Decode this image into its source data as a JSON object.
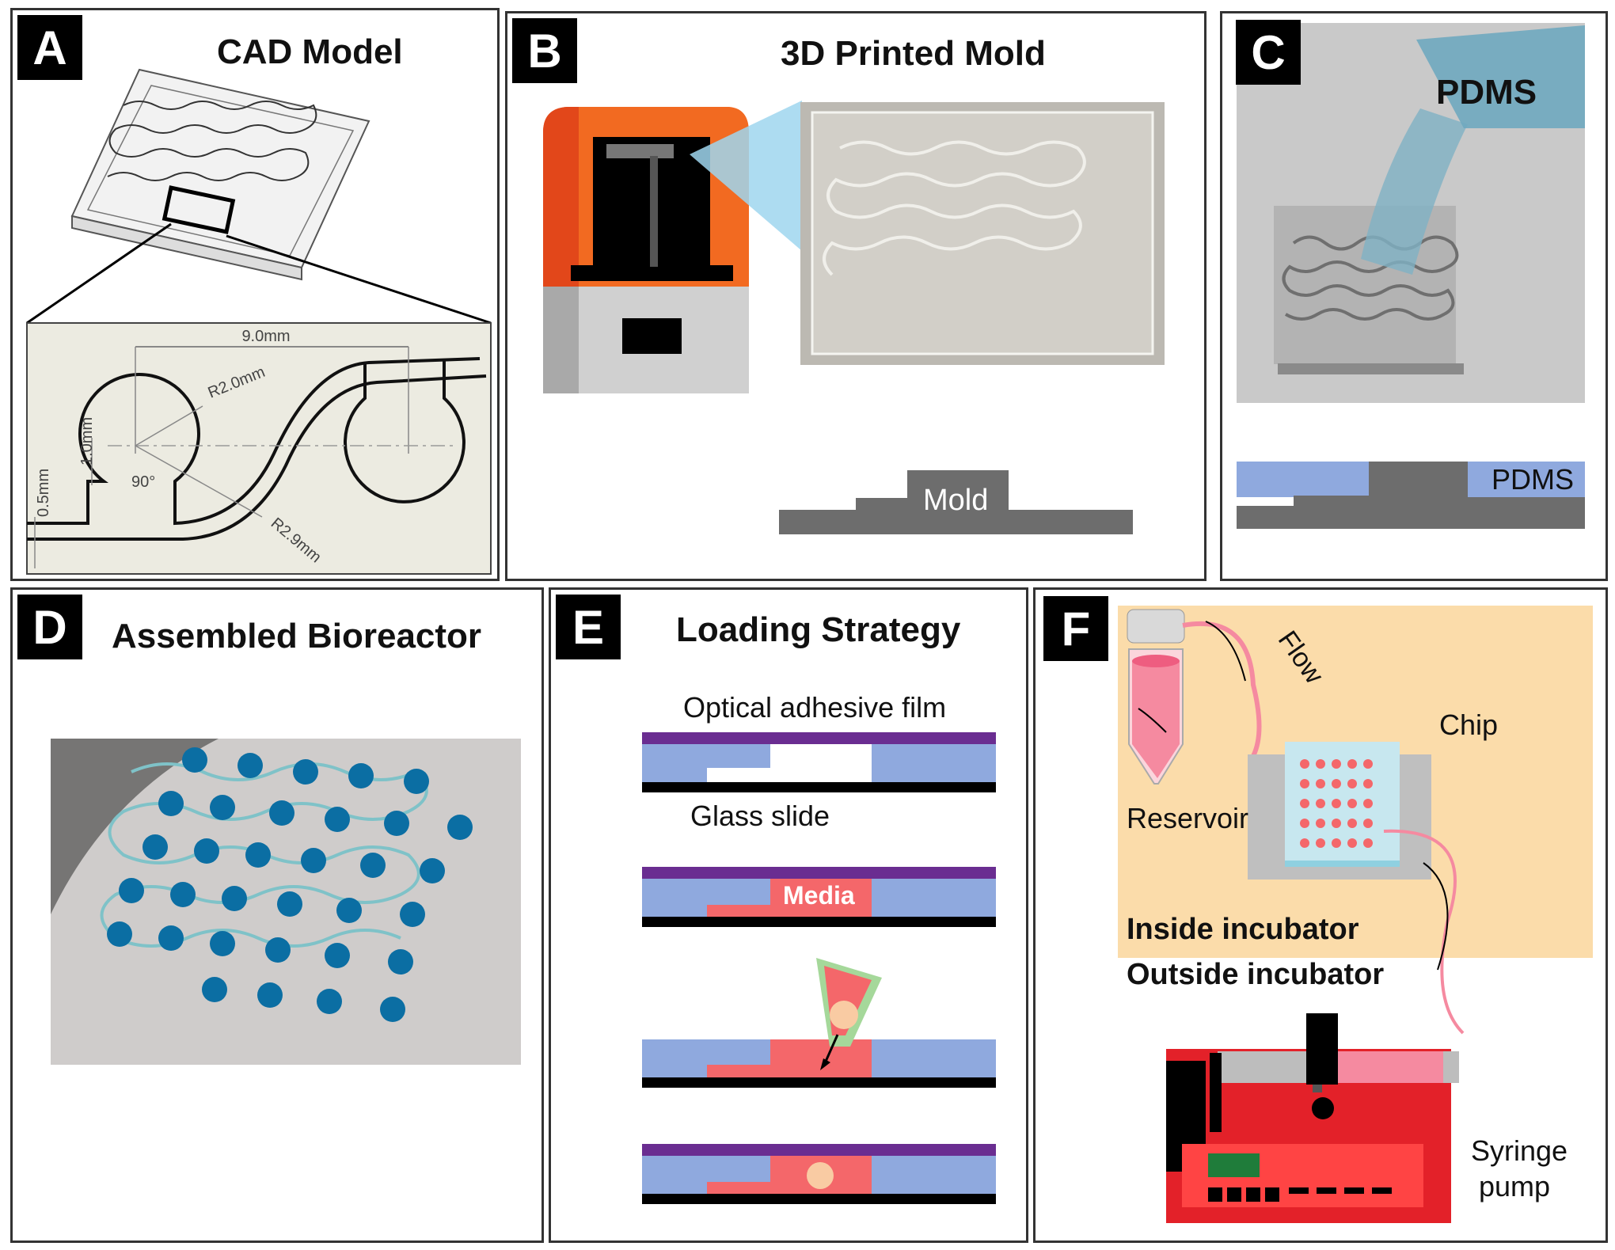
{
  "panels": {
    "A": {
      "letter": "A",
      "title": "CAD Model",
      "dims": {
        "width": "9.0mm",
        "r_small": "R2.0mm",
        "r_large": "R2.9mm",
        "h1": "1.0mm",
        "h2": "0.5mm",
        "angle": "90°"
      }
    },
    "B": {
      "letter": "B",
      "title": "3D Printed Mold",
      "mold_label": "Mold"
    },
    "C": {
      "letter": "C",
      "title": "",
      "pdms_cup": "PDMS",
      "pdms_layer": "PDMS"
    },
    "D": {
      "letter": "D",
      "title": "Assembled Bioreactor"
    },
    "E": {
      "letter": "E",
      "title": "Loading Strategy",
      "film_label": "Optical adhesive film",
      "glass_label": "Glass slide",
      "media_label": "Media"
    },
    "F": {
      "letter": "F",
      "flow": "Flow",
      "chip": "Chip",
      "reservoir": "Reservoir",
      "inside": "Inside incubator",
      "outside": "Outside incubator",
      "pump_line1": "Syringe",
      "pump_line2": "pump"
    }
  },
  "colors": {
    "orange": "#f26a21",
    "pdms_blue": "#8fa9de",
    "film_purple": "#6a2d91",
    "media_red": "#f4676a",
    "incubator_bg": "#fbdcaa",
    "pump_red": "#e32129",
    "mold_grey": "#6d6d6d"
  }
}
